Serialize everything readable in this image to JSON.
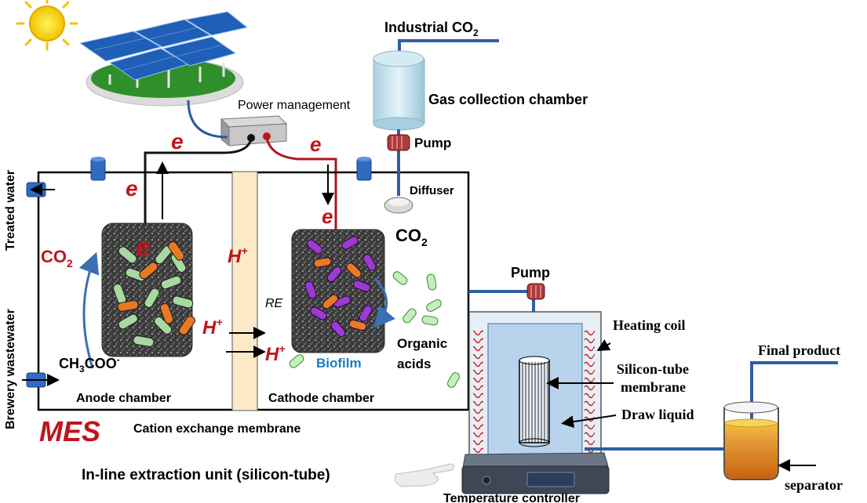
{
  "labels": {
    "industrial": "Industrial CO",
    "industrial_sub": "2",
    "gas_collection": "Gas collection chamber",
    "pump_top": "Pump",
    "diffuser": "Diffuser",
    "power_management": "Power management",
    "treated_water": "Treated water",
    "brewery_wastewater": "Brewery wastewater",
    "co2_left": "CO",
    "co2_left_sub": "2",
    "co2_right": "CO",
    "co2_right_sub": "2",
    "acetate": "CH",
    "acetate_sub": "3",
    "acetate_rest": "COO",
    "acetate_sup": "-",
    "hplus": "H",
    "hplus_sup": "+",
    "re": "RE",
    "biofilm": "Biofilm",
    "organic_acids_1": "Organic",
    "organic_acids_2": "acids",
    "anode_chamber": "Anode chamber",
    "cathode_chamber": "Cathode chamber",
    "mes": "MES",
    "cation_membrane": "Cation exchange membrane",
    "pump_right": "Pump",
    "heating_coil": "Heating coil",
    "silicon_tube_1": "Silicon-tube",
    "silicon_tube_2": "membrane",
    "draw_liquid": "Draw liquid",
    "final_product": "Final product",
    "separator": "separator",
    "inline_unit": "In-line extraction unit (silicon-tube)",
    "temp_controller": "Temperature controller",
    "electron": "e"
  },
  "colors": {
    "electron_red": "#c0141c",
    "co2_red": "#c0141c",
    "arc_blue": "#3a6fb5",
    "biofilm_blue": "#1a7cc1",
    "membrane_fill": "#fbe9c7",
    "pipe_blue": "#2f5fa0"
  }
}
